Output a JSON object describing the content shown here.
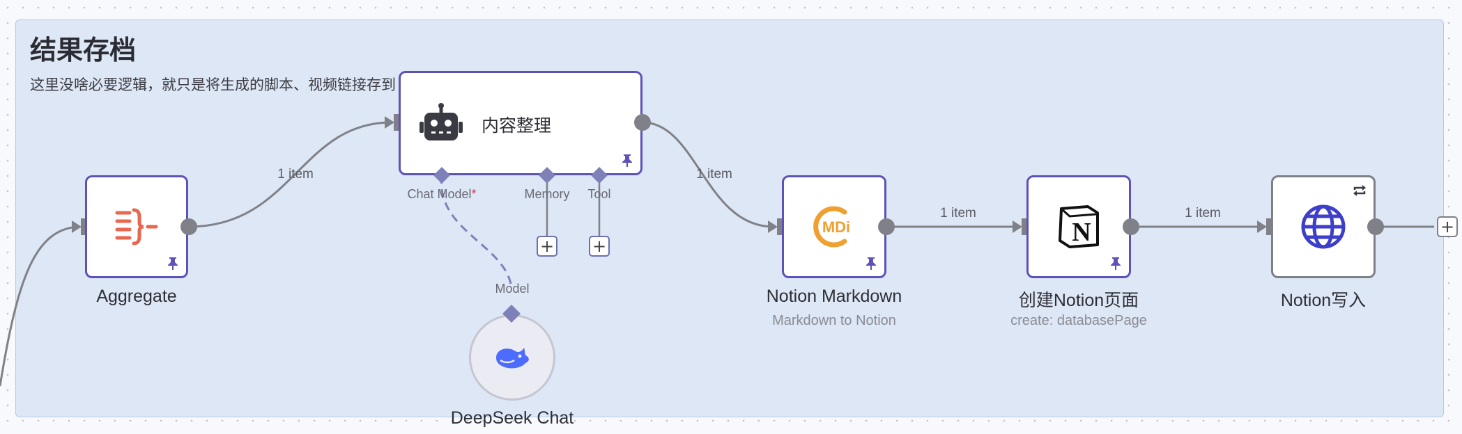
{
  "sticky": {
    "title": "结果存档",
    "text": "这里没啥必要逻辑，就只是将生成的脚本、视频链接存到"
  },
  "edge_label_text": "1 item",
  "nodes": {
    "aggregate": {
      "label": "Aggregate",
      "icon": "aggregate-icon",
      "pinned": true
    },
    "content": {
      "title": "内容整理",
      "icon": "robot-icon",
      "pinned": true,
      "ports": {
        "chat_model": "Chat Model",
        "memory": "Memory",
        "tool": "Tool"
      },
      "required_mark": "*"
    },
    "deepseek": {
      "label": "DeepSeek Chat",
      "port_label": "Model",
      "icon": "deepseek-whale-icon"
    },
    "notion_markdown": {
      "label": "Notion Markdown",
      "subtitle": "Markdown to Notion",
      "icon": "mdi-icon",
      "pinned": true
    },
    "create_page": {
      "label": "创建Notion页面",
      "subtitle": "create: databasePage",
      "icon": "notion-icon",
      "pinned": true
    },
    "notion_write": {
      "label": "Notion写入",
      "icon": "globe-icon"
    }
  },
  "plus_symbol": "+",
  "colors": {
    "canvas_bg": "#f8f9fc",
    "sticky_bg": "#dde7f5",
    "node_border_active": "#5d52b8",
    "node_border_inactive": "#7f7f87",
    "connector": "#808088",
    "ai_port": "#7e80b8",
    "required": "#e0355a"
  }
}
